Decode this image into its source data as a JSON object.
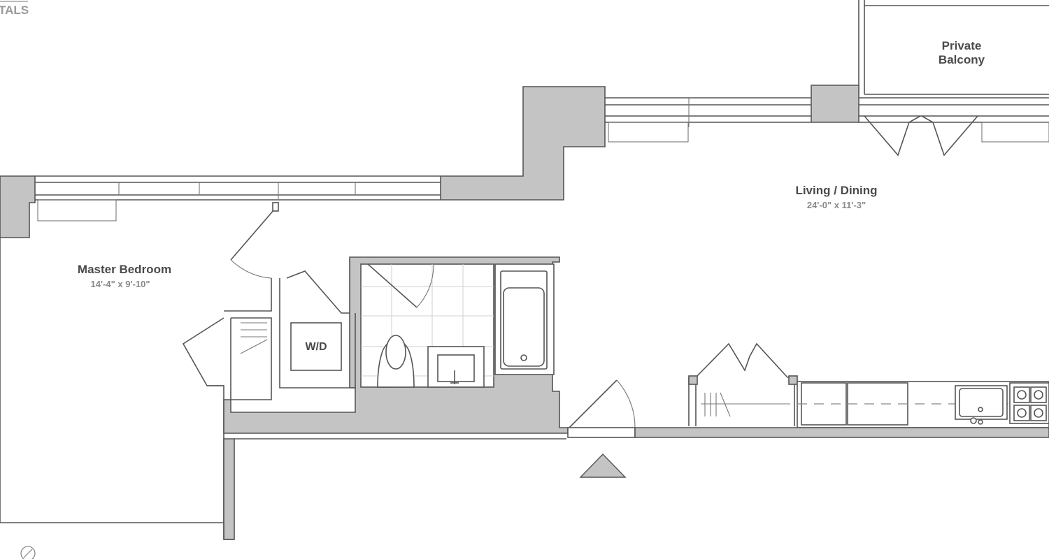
{
  "floor_plan": {
    "corner_label": "TALS",
    "rooms": {
      "private_balcony": {
        "name_line1": "Private",
        "name_line2": "Balcony"
      },
      "living_dining": {
        "name": "Living / Dining",
        "dimensions": "24'-0\" x 11'-3\""
      },
      "master_bedroom": {
        "name": "Master Bedroom",
        "dimensions": "14'-4\" x 9'-10\""
      },
      "laundry": {
        "name": "W/D"
      }
    },
    "icons": [
      "entry-arrow-icon",
      "compass-icon"
    ],
    "colors": {
      "wall_fill": "#c4c4c4",
      "line": "#555555",
      "text": "#4a4a4a",
      "dim_text": "#8a8a8a"
    }
  }
}
